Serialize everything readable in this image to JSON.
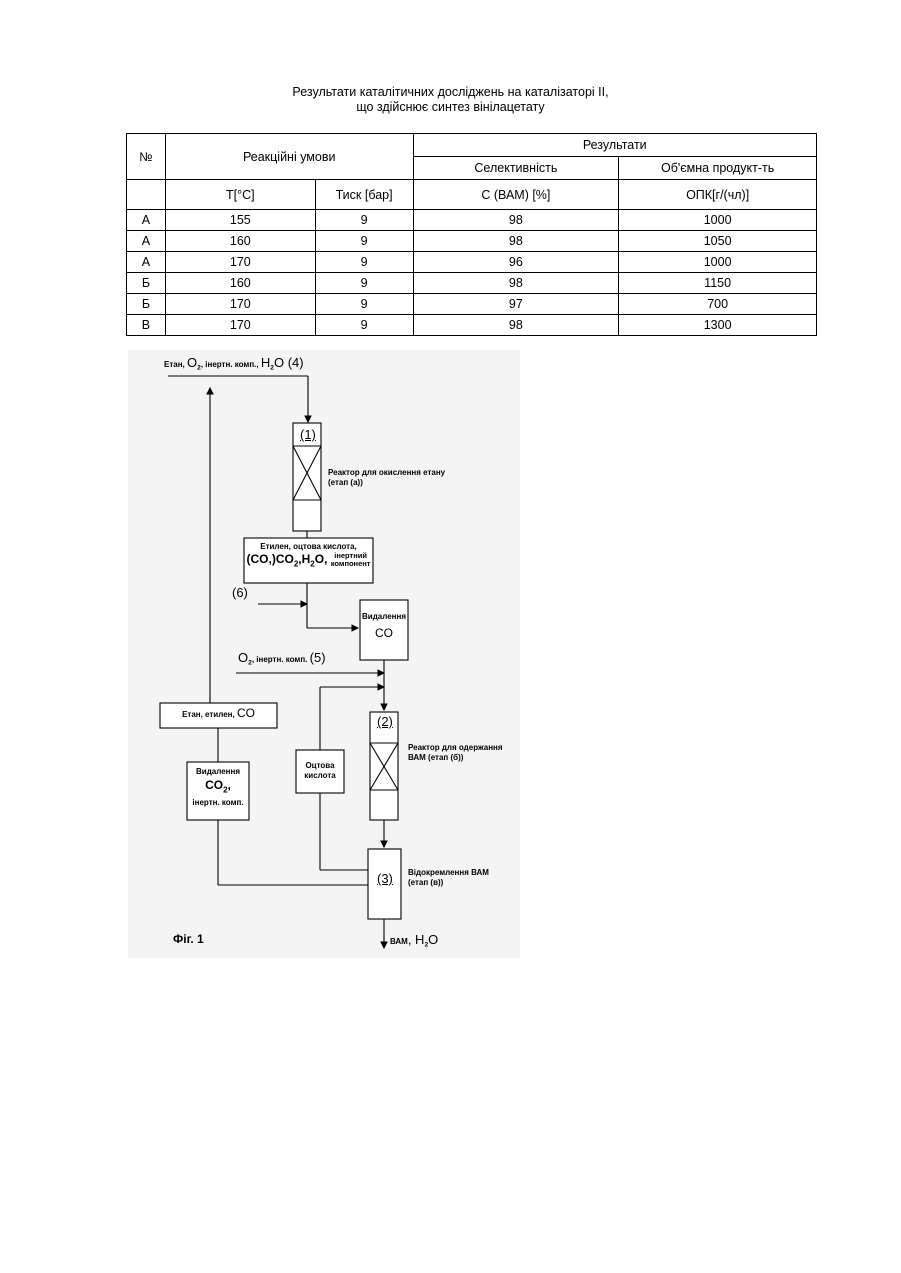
{
  "title": {
    "line1": "Результати каталітичних досліджень на каталізаторі ІІ,",
    "line2": "що здійснює синтез вінілацетату"
  },
  "table": {
    "col_no": "№",
    "reaction_conditions": "Реакційні умови",
    "results": "Результати",
    "selectivity": "Селективність",
    "volume_productivity": "Об'ємна продукт-ть",
    "col_temp": "T[°C]",
    "col_pressure": "Тиск [бар]",
    "col_sel_unit": "С (ВАМ) [%]",
    "col_opk_unit": "ОПК[г/(чл)]",
    "rows": [
      {
        "no": "А",
        "t": "155",
        "p": "9",
        "s": "98",
        "o": "1000"
      },
      {
        "no": "А",
        "t": "160",
        "p": "9",
        "s": "98",
        "o": "1050"
      },
      {
        "no": "А",
        "t": "170",
        "p": "9",
        "s": "96",
        "o": "1000"
      },
      {
        "no": "Б",
        "t": "160",
        "p": "9",
        "s": "98",
        "o": "1150"
      },
      {
        "no": "Б",
        "t": "170",
        "p": "9",
        "s": "97",
        "o": "700"
      },
      {
        "no": "В",
        "t": "170",
        "p": "9",
        "s": "98",
        "o": "1300"
      }
    ]
  },
  "diagram": {
    "feed_top_a": "Етан,",
    "feed_top_b": "O",
    "feed_top_b_sub": "2",
    "feed_top_c": ", інертн. комп.,",
    "feed_top_d": "H",
    "feed_top_d_sub": "2",
    "feed_top_e": "O (4)",
    "reactor1_num": "(1)",
    "reactor1_label_1": "Реактор для окислення етану",
    "reactor1_label_2": "(етап (а))",
    "box_products_1": "Етилен, оцтова кислота,",
    "box_products_2a": "(CO,)CO",
    "box_products_2sub": "2",
    "box_products_2b": ",H",
    "box_products_2sub2": "2",
    "box_products_2c": "O,",
    "box_products_3": "інертний",
    "box_products_4": "компонент",
    "stream6": "(6)",
    "co_removal_1": "Видалення",
    "co_removal_2": "CO",
    "stream5_a": "O",
    "stream5_sub": "2",
    "stream5_b": ", інертн. комп.",
    "stream5_c": "(5)",
    "recycle_box_a": "Етан,   етилен,",
    "recycle_box_b": "CO",
    "co2_removal_1": "Видалення",
    "co2_removal_2": "CO",
    "co2_removal_2sub": "2",
    "co2_removal_2c": ",",
    "co2_removal_3": "інертн. комп.",
    "acetic_1": "Оцтова",
    "acetic_2": "кислота",
    "reactor2_num": "(2)",
    "reactor2_label_1": "Реактор для одержання",
    "reactor2_label_2": "ВАМ (етап (б))",
    "separator_num": "(3)",
    "separator_label_1": "Відокремлення ВАМ",
    "separator_label_2": "(етап (в))",
    "output_a": "ВАМ",
    "output_b": ", H",
    "output_sub": "2",
    "output_c": "O",
    "fig_label": "Фіг. 1"
  }
}
